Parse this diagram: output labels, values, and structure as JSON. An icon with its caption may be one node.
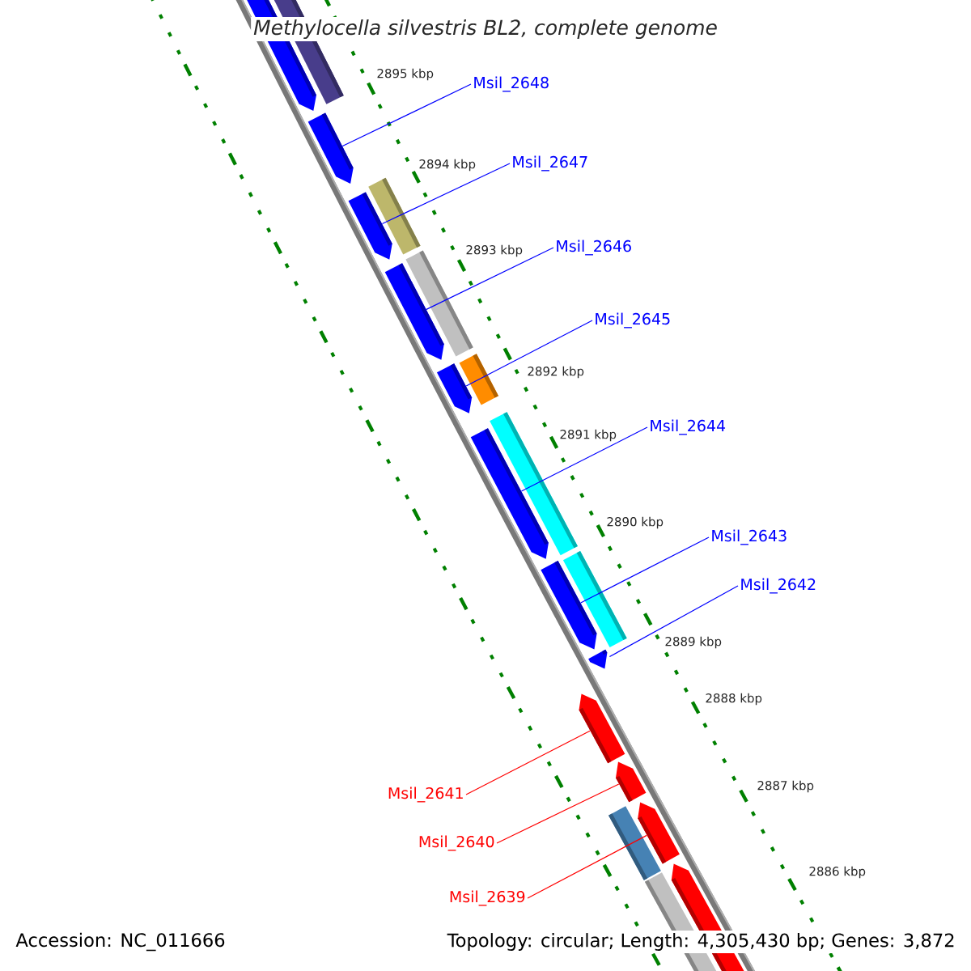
{
  "diagram": {
    "title": "Methylocella silvestris BL2, complete genome",
    "nodes": [
      {
        "text": [
          "Msil_2648"
        ]
      },
      {
        "text": [
          "Msil_2647"
        ]
      },
      {
        "text": [
          "Msil_2646"
        ]
      },
      {
        "text": [
          "Msil_2645"
        ]
      },
      {
        "text": [
          "Msil_2644"
        ]
      },
      {
        "text": [
          "Msil_2643"
        ]
      },
      {
        "text": [
          "Msil_2642"
        ]
      },
      {
        "text": [
          "Msil_2641"
        ]
      },
      {
        "text": [
          "Msil_2640"
        ]
      },
      {
        "text": [
          "Msil_2639"
        ]
      },
      {
        "text": [],
        "shape": "pentagon"
      },
      {
        "text": [],
        "shape": "pentagon"
      },
      {
        "text": [],
        "shape": "pentagon"
      },
      {
        "text": [],
        "shape": "pentagon"
      },
      {
        "text": [],
        "shape": "pentagon"
      },
      {
        "text": [],
        "shape": "pentagon"
      },
      {
        "text": [],
        "shape": "pentagon"
      },
      {
        "text": [],
        "shape": "pentagon"
      },
      {
        "text": [],
        "shape": "pentagon"
      },
      {
        "text": [],
        "shape": "pentagon"
      }
    ],
    "edges": [
      {
        "from": 0,
        "to": 10,
        "arrow": "none"
      },
      {
        "from": 1,
        "to": 11,
        "arrow": "none"
      },
      {
        "from": 2,
        "to": 12,
        "arrow": "none"
      },
      {
        "from": 3,
        "to": 13,
        "arrow": "none"
      },
      {
        "from": 4,
        "to": 14,
        "arrow": "none"
      },
      {
        "from": 5,
        "to": 15,
        "arrow": "none"
      },
      {
        "from": 6,
        "to": 16,
        "arrow": "none"
      },
      {
        "from": 7,
        "to": 17,
        "arrow": "none",
        "color": "#ff0000"
      },
      {
        "from": 8,
        "to": 18,
        "arrow": "none",
        "color": "#ff0000"
      },
      {
        "from": 9,
        "to": 19,
        "arrow": "none",
        "color": "#ff0000"
      }
    ],
    "labels": [
      "2895 kbp",
      "2894 kbp",
      "2893 kbp",
      "2892 kbp",
      "2891 kbp",
      "2890 kbp",
      "2889 kbp",
      "2888 kbp",
      "2887 kbp",
      "2886 kbp",
      "Accession: NC_011666",
      "Topology: circular; Length: 4,305,430 bp; Genes: 3,872"
    ]
  }
}
